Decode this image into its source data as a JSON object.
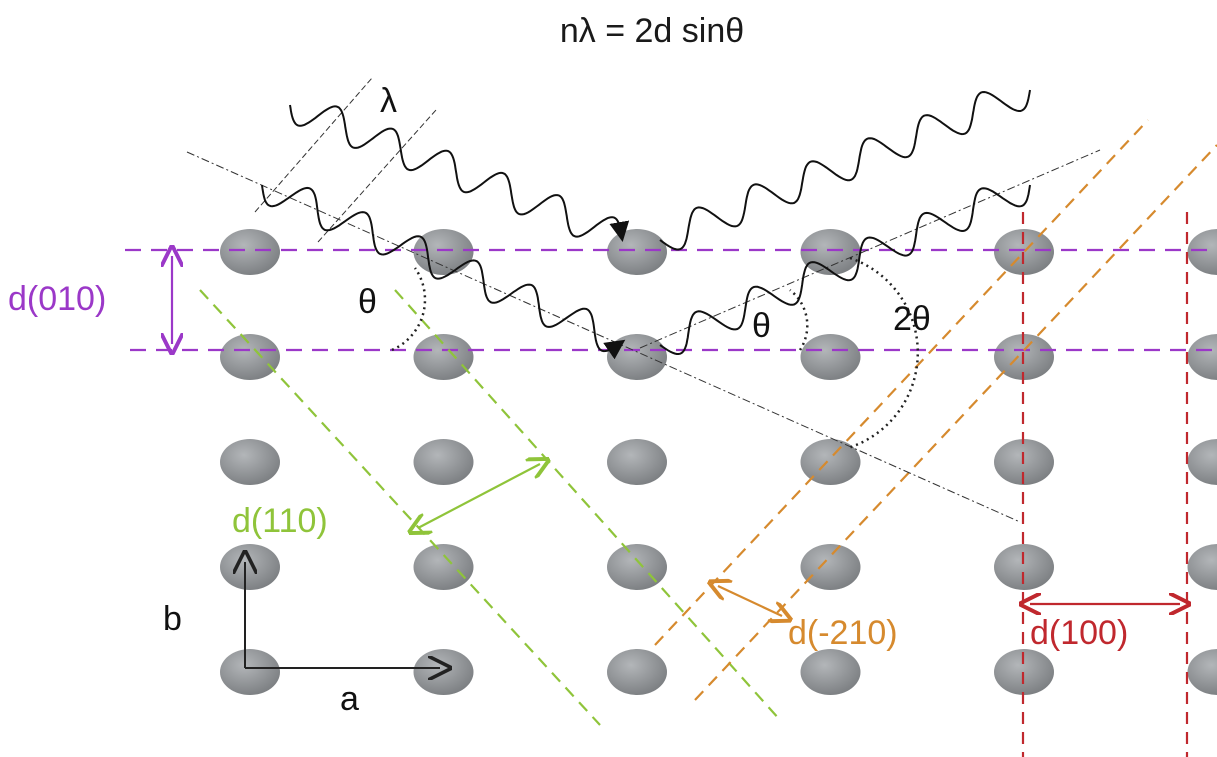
{
  "diagram": {
    "formula": "nλ = 2d sinθ",
    "wavelength_label": "λ",
    "angle_label": "θ",
    "angle_label_2": "θ",
    "two_theta_label": "2θ",
    "axis_a_label": "a",
    "axis_b_label": "b",
    "spacings": {
      "d010": "d(010)",
      "d110": "d(110)",
      "d_210": "d(-210)",
      "d100": "d(100)"
    },
    "colors": {
      "d010": "#9b38c8",
      "d110": "#8fc43a",
      "d_210": "#d68a2e",
      "d100": "#c0282e",
      "atom": "#8e9194",
      "wave": "#111111"
    },
    "lattice": {
      "columns": 6,
      "rows": 5
    }
  }
}
